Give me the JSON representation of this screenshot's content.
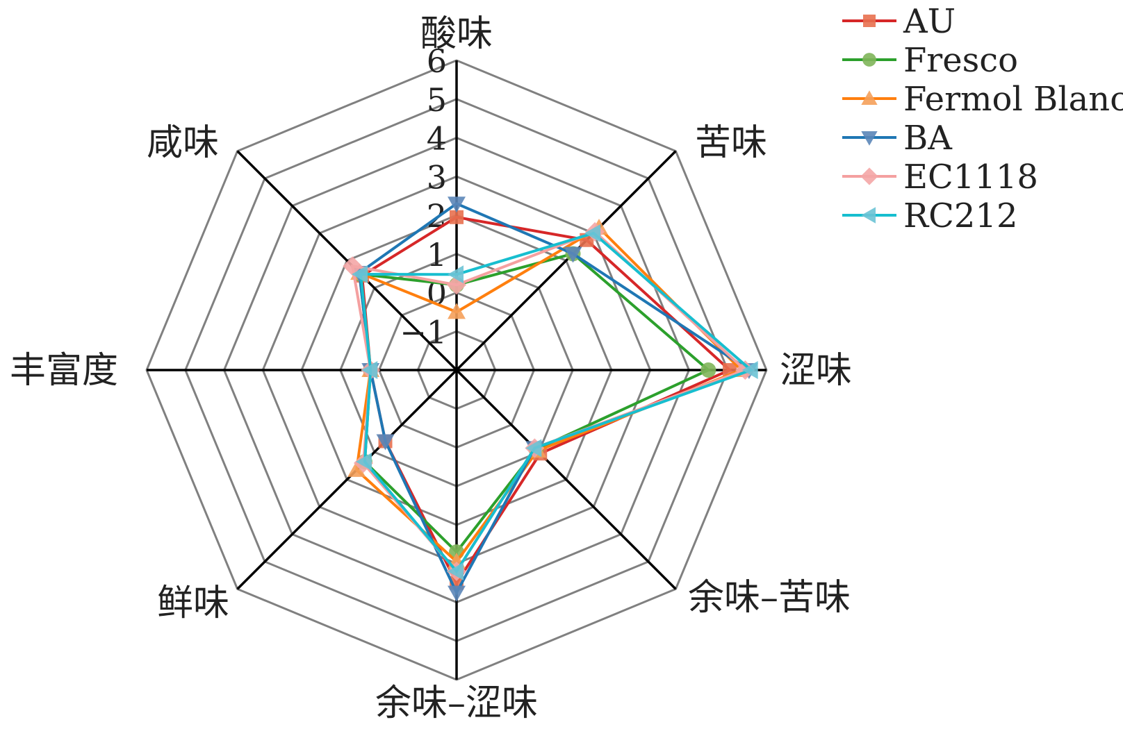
{
  "chart_data": {
    "type": "radar",
    "axes": [
      "酸味",
      "苦味",
      "涩味",
      "余味–苦味",
      "余味–涩味",
      "鲜味",
      "丰富度",
      "咸味"
    ],
    "rlim": [
      -2,
      6
    ],
    "ticks": [
      "-1",
      "0",
      "1",
      "2",
      "3",
      "4",
      "5",
      "6"
    ],
    "tick_values": [
      -1,
      0,
      1,
      2,
      3,
      4,
      5,
      6
    ],
    "legend_position": "top-right",
    "series": [
      {
        "name": "AU",
        "color": "#d62728",
        "marker_color": "#e8704f",
        "marker": "square",
        "values": [
          1.95,
          2.75,
          5.05,
          1.05,
          3.5,
          0.6,
          0.22,
          1.45
        ]
      },
      {
        "name": "Fresco",
        "color": "#2ca02c",
        "marker_color": "#7fb55a",
        "marker": "circle",
        "values": [
          0.2,
          2.25,
          4.5,
          0.9,
          2.7,
          1.35,
          0.22,
          1.5
        ]
      },
      {
        "name": "Fermol Blanc",
        "color": "#ff7f0e",
        "marker_color": "#f5a05a",
        "marker": "triangle-up",
        "values": [
          -0.5,
          3.2,
          5.35,
          0.95,
          2.95,
          1.65,
          0.22,
          1.55
        ]
      },
      {
        "name": "BA",
        "color": "#1f77b4",
        "marker_color": "#5b86b8",
        "marker": "triangle-down",
        "values": [
          2.3,
          2.25,
          5.55,
          0.85,
          3.75,
          0.6,
          0.22,
          1.55
        ]
      },
      {
        "name": "EC1118",
        "color": "#f4a0a0",
        "marker_color": "#f4a6a6",
        "marker": "diamond",
        "values": [
          0.2,
          3.05,
          5.45,
          0.85,
          3.2,
          1.4,
          0.22,
          1.8
        ]
      },
      {
        "name": "RC212",
        "color": "#17becf",
        "marker_color": "#6cc3d5",
        "marker": "triangle-left",
        "values": [
          0.47,
          3.0,
          5.6,
          0.85,
          3.2,
          1.35,
          0.22,
          1.5
        ]
      }
    ]
  }
}
